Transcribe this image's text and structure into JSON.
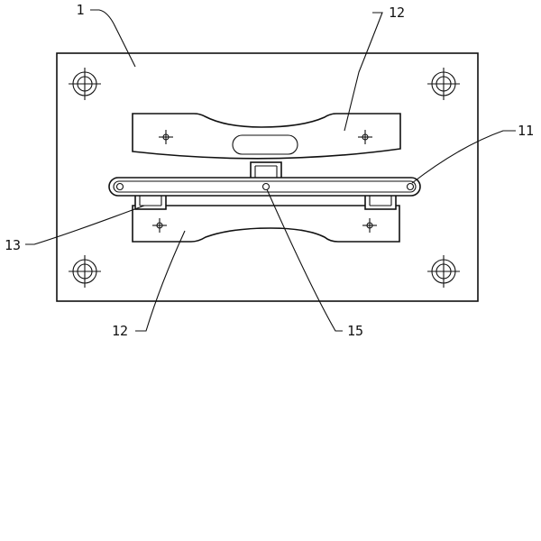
{
  "callouts": {
    "base_plate": "1",
    "upper_bracket": "12",
    "rail": "11",
    "left_block": "13",
    "lower_bracket": "12",
    "center_pin": "15"
  },
  "colors": {
    "line": "#111111",
    "background": "#ffffff"
  }
}
